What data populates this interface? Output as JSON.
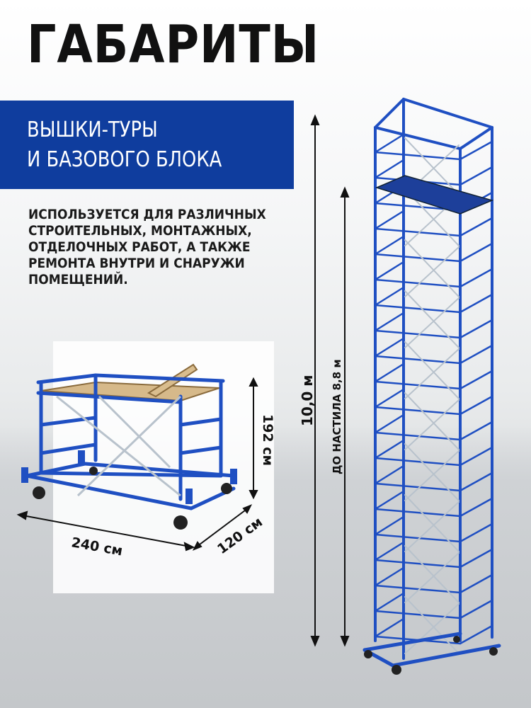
{
  "title": "ГАБАРИТЫ",
  "banner": {
    "line1": "ВЫШКИ-ТУРЫ",
    "line2": "И БАЗОВОГО БЛОКА",
    "color": "#0f3d9e"
  },
  "description": [
    "ИСПОЛЬЗУЕТСЯ ДЛЯ РАЗЛИЧНЫХ",
    "СТРОИТЕЛЬНЫХ, МОНТАЖНЫХ,",
    "ОТДЕЛОЧНЫХ РАБОТ, А ТАКЖЕ",
    "РЕМОНТА ВНУТРИ И СНАРУЖИ",
    "ПОМЕЩЕНИЙ."
  ],
  "dimensions": {
    "length": "240 см",
    "width": "120 см",
    "height": "192 см",
    "tower_height": "10,0 м",
    "platform_height": "ДО НАСТИЛА 8,8 м"
  },
  "colors": {
    "frame_blue": "#1f4fc2",
    "brace_silver": "#b8c2cc",
    "deck_wood": "#d6b98a"
  }
}
